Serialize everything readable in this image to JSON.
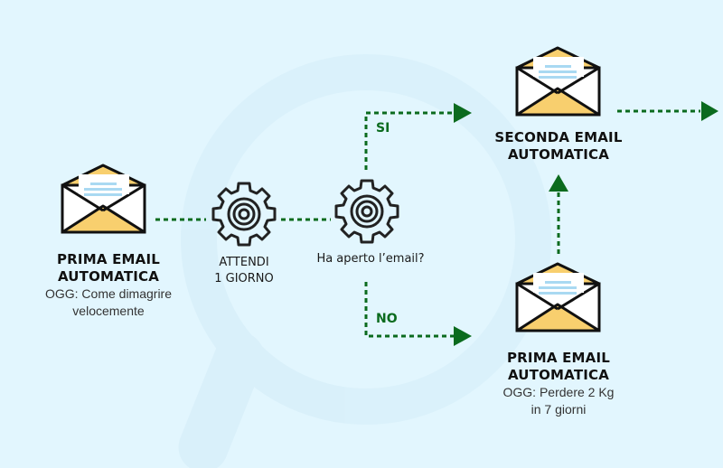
{
  "colors": {
    "background": "#e2f6fe",
    "watermark": "#d8eff8",
    "connector": "#0b6b1e",
    "envelope_flap": "#f8cf6e",
    "envelope_body": "#ffffff",
    "envelope_stroke": "#111111",
    "letter_lines": "#a9d9f2",
    "gear_stroke": "#222222"
  },
  "nodes": {
    "first_email": {
      "icon": "envelope-open-icon",
      "title_line1": "PRIMA EMAIL",
      "title_line2": "AUTOMATICA",
      "subject_line1": "OGG: Come dimagrire",
      "subject_line2": "velocemente"
    },
    "wait": {
      "icon": "gear-icon",
      "line1": "ATTENDI",
      "line2": "1 GIORNO"
    },
    "decision": {
      "icon": "gear-icon",
      "label": "Ha aperto l’email?"
    },
    "second_email": {
      "icon": "envelope-open-icon",
      "title_line1": "SECONDA EMAIL",
      "title_line2": "AUTOMATICA"
    },
    "alt_email": {
      "icon": "envelope-open-icon",
      "title_line1": "PRIMA EMAIL",
      "title_line2": "AUTOMATICA",
      "subject_line1": "OGG: Perdere 2 Kg",
      "subject_line2": "in 7 giorni"
    }
  },
  "branches": {
    "yes": "SI",
    "no": "NO"
  }
}
